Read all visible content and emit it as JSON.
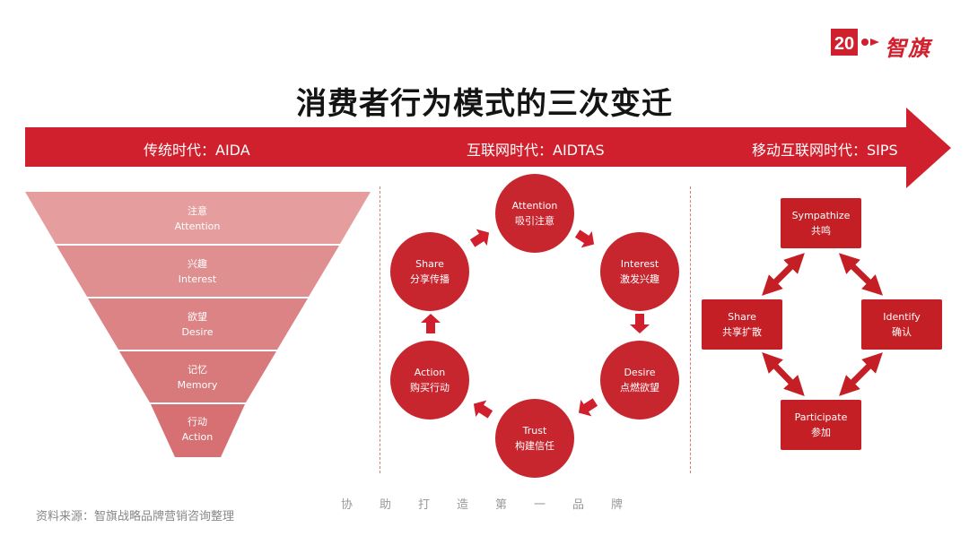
{
  "logo": {
    "number": "20",
    "brand": "智旗"
  },
  "title": "消费者行为模式的三次变迁",
  "timeline": [
    {
      "label": "传统时代：AIDA"
    },
    {
      "label": "互联网时代：AIDTAS"
    },
    {
      "label": "移动互联网时代：SIPS"
    }
  ],
  "aida": [
    {
      "cn": "注意",
      "en": "Attention"
    },
    {
      "cn": "兴趣",
      "en": "Interest"
    },
    {
      "cn": "欲望",
      "en": "Desire"
    },
    {
      "cn": "记忆",
      "en": "Memory"
    },
    {
      "cn": "行动",
      "en": "Action"
    }
  ],
  "aidtas": [
    {
      "en": "Attention",
      "cn": "吸引注意"
    },
    {
      "en": "Interest",
      "cn": "激发兴趣"
    },
    {
      "en": "Desire",
      "cn": "点燃欲望"
    },
    {
      "en": "Trust",
      "cn": "构建信任"
    },
    {
      "en": "Action",
      "cn": "购买行动"
    },
    {
      "en": "Share",
      "cn": "分享传播"
    }
  ],
  "sips": [
    {
      "en": "Sympathize",
      "cn": "共鸣"
    },
    {
      "en": "Identify",
      "cn": "确认"
    },
    {
      "en": "Participate",
      "cn": "参加"
    },
    {
      "en": "Share",
      "cn": "共享扩散"
    }
  ],
  "footer": {
    "source": "资料来源：智旗战略品牌营销咨询整理",
    "slogan": [
      "协",
      "助",
      "打",
      "造",
      "第",
      "一",
      "品",
      "牌"
    ]
  },
  "colors": {
    "accent": "#d0202e",
    "funnel": "#e8a0a0",
    "circle": "#c8262f"
  }
}
